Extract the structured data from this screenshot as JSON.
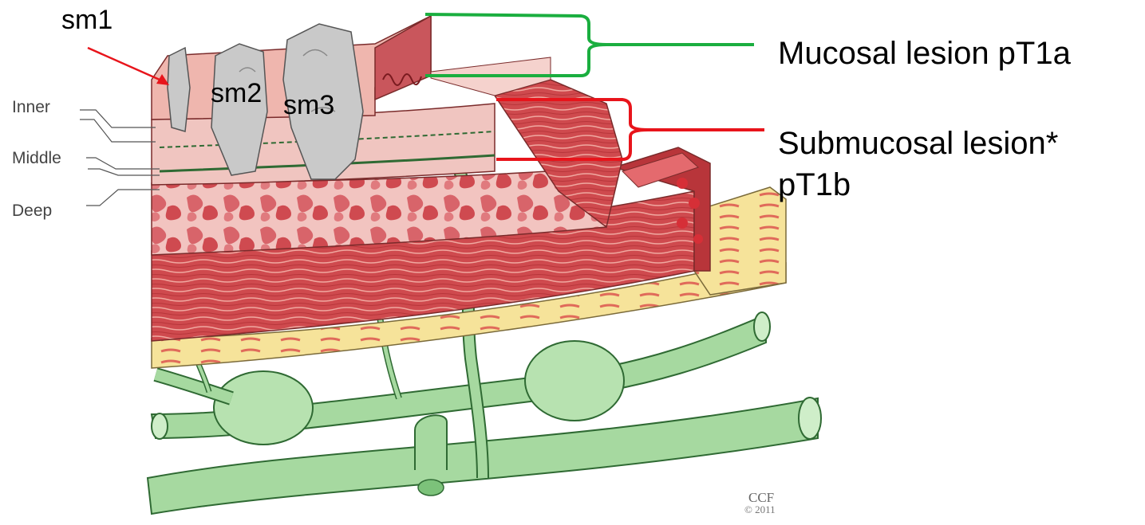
{
  "labels": {
    "sm1": "sm1",
    "sm2": "sm2",
    "sm3": "sm3",
    "inner": "Inner",
    "middle": "Middle",
    "deep": "Deep",
    "mucosal_line1": "Mucosal lesion pT1a",
    "submucosal_line1": "Submucosal lesion*",
    "submucosal_line2": "pT1b",
    "ccf_line1": "CCF",
    "ccf_line2": "© 2011"
  },
  "colors": {
    "mucosal_bracket": "#1aae3f",
    "submucosal_bracket": "#e8141b",
    "sm1_arrow": "#e8141b",
    "vessel": "#a6d9a0",
    "vessel_outline": "#2f6a33",
    "mucosa": "#efb6ae",
    "submucosa": "#f0c5c0",
    "muscle": "#cf4a4e",
    "serosa": "#f5e08d",
    "lesion": "#c9c9c9"
  }
}
